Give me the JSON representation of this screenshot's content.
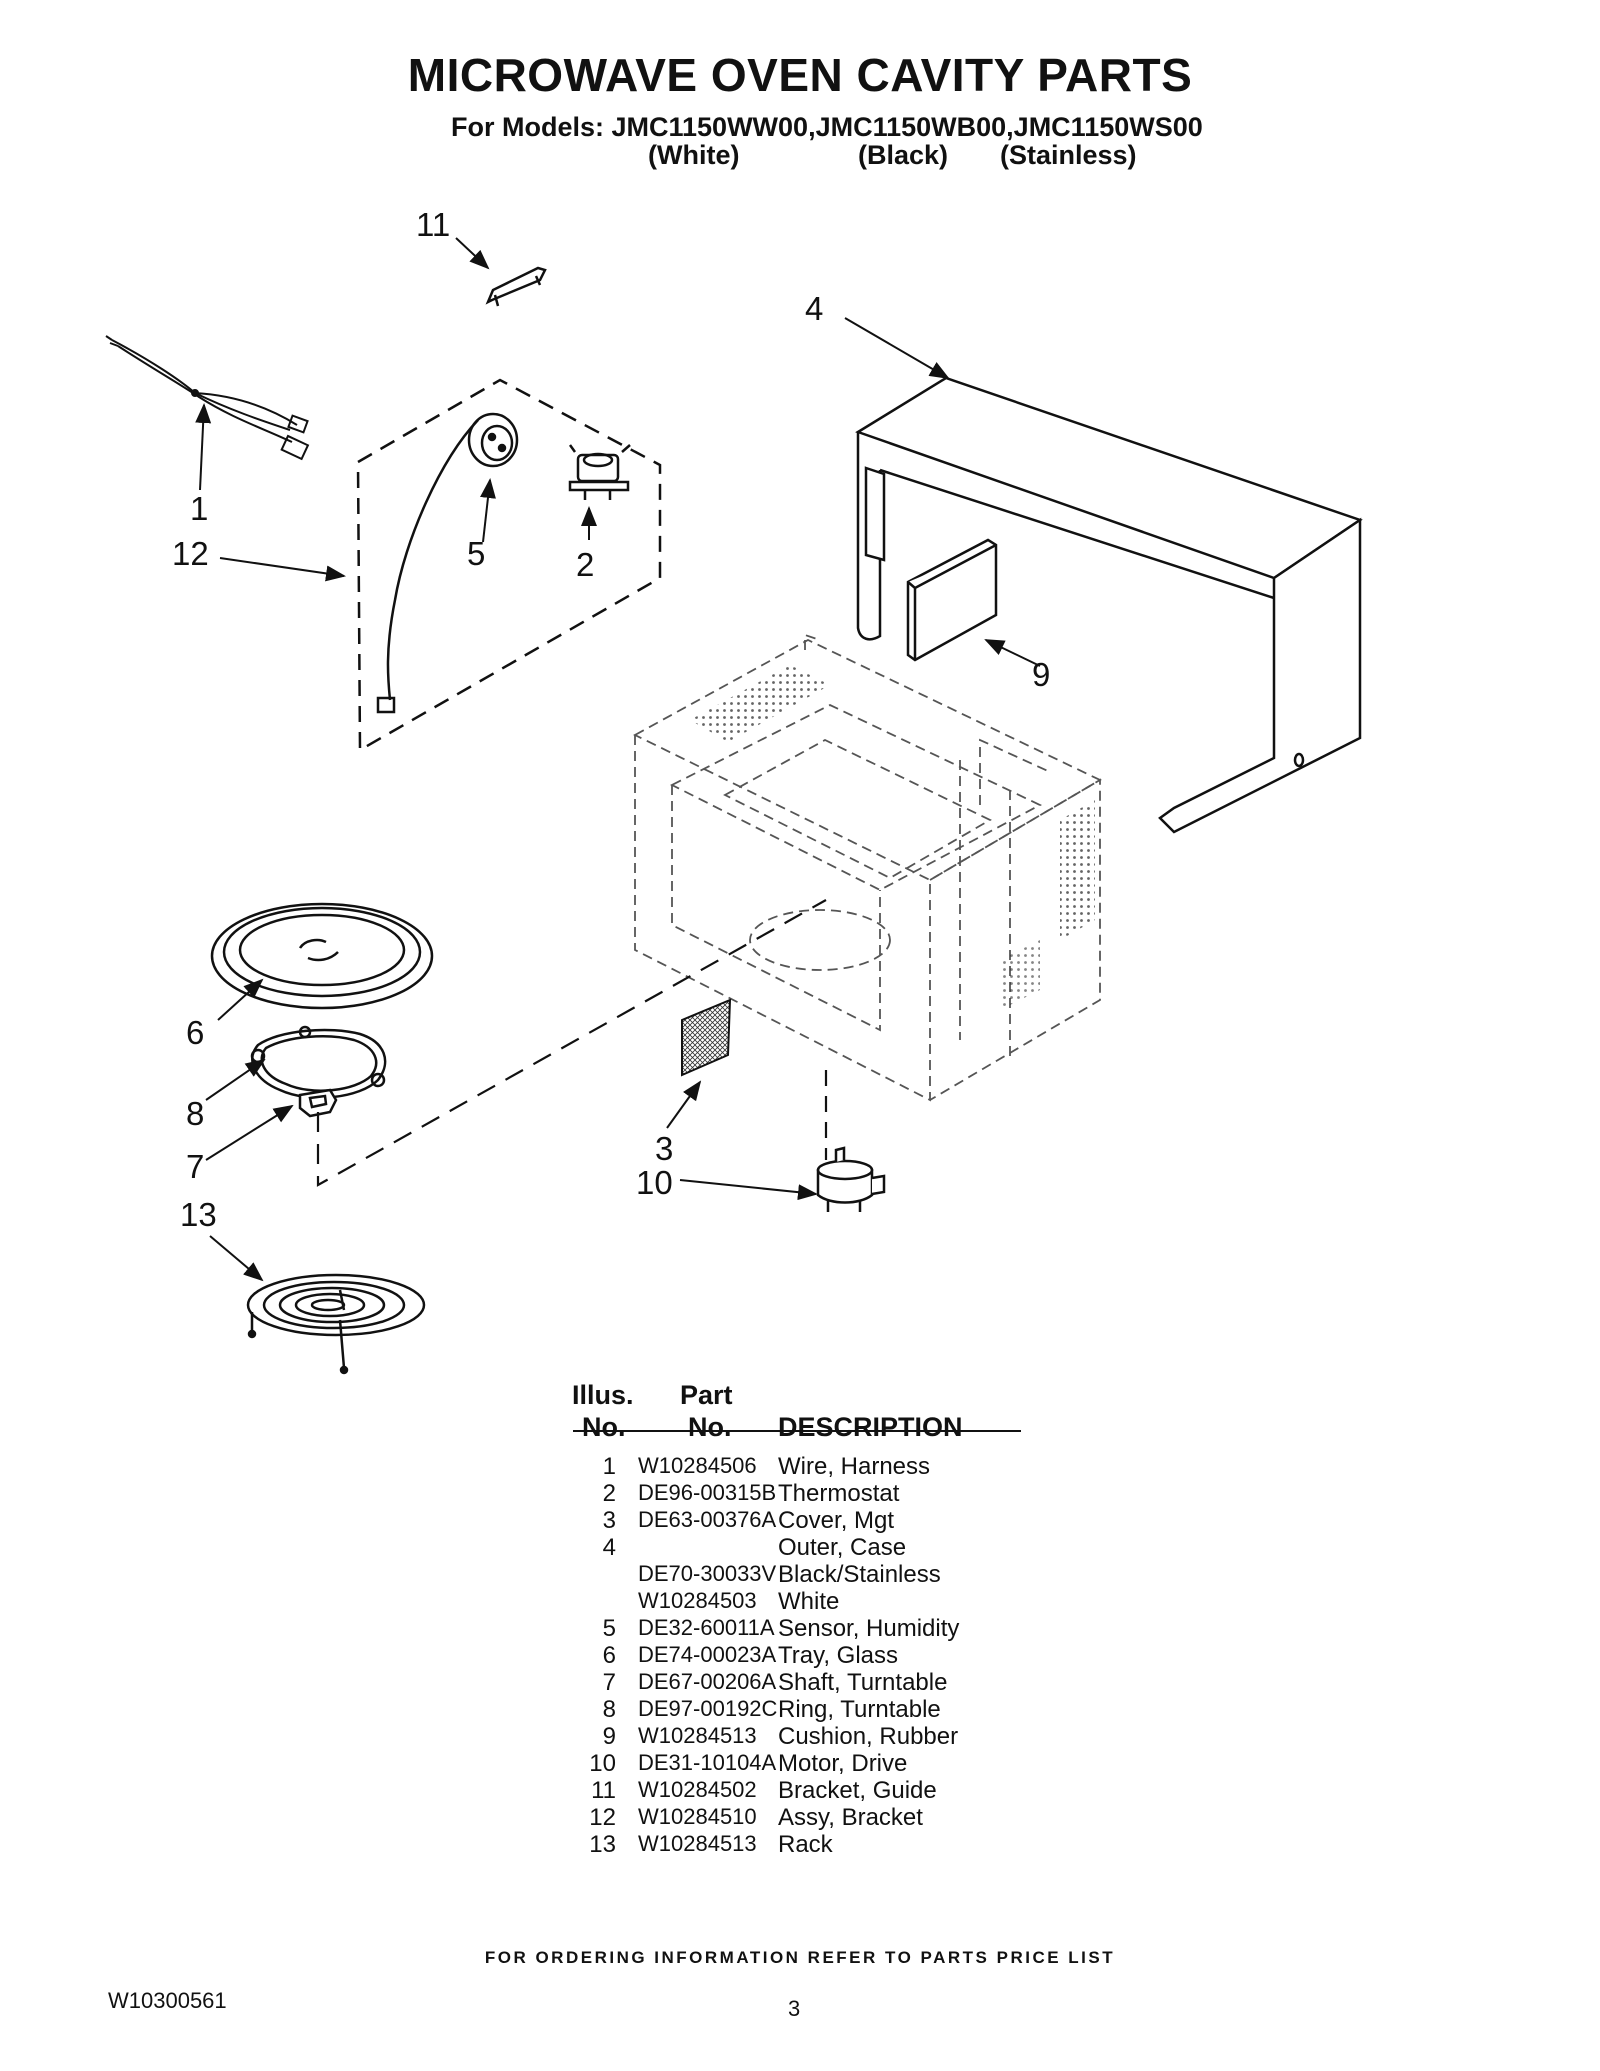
{
  "header": {
    "title": "MICROWAVE OVEN CAVITY PARTS",
    "models_line": "For Models: JMC1150WW00,JMC1150WB00,JMC1150WS00",
    "variants": [
      "(White)",
      "(Black)",
      "(Stainless)"
    ]
  },
  "callouts": [
    "11",
    "4",
    "1",
    "12",
    "5",
    "2",
    "9",
    "6",
    "8",
    "7",
    "3",
    "10",
    "13"
  ],
  "table": {
    "headers": {
      "illus_top": "Illus.",
      "illus_bottom": "No.",
      "part_top": "Part",
      "part_bottom": "No.",
      "description": "DESCRIPTION"
    },
    "rows": [
      {
        "illus": "1",
        "part": "W10284506",
        "desc": "Wire, Harness"
      },
      {
        "illus": "2",
        "part": "DE96-00315B",
        "desc": "Thermostat"
      },
      {
        "illus": "3",
        "part": "DE63-00376A",
        "desc": "Cover, Mgt"
      },
      {
        "illus": "4",
        "part": "",
        "desc": "Outer, Case"
      },
      {
        "illus": "",
        "part": "DE70-30033V",
        "desc": "Black/Stainless"
      },
      {
        "illus": "",
        "part": "W10284503",
        "desc": "White"
      },
      {
        "illus": "5",
        "part": "DE32-60011A",
        "desc": "Sensor, Humidity"
      },
      {
        "illus": "6",
        "part": "DE74-00023A",
        "desc": "Tray, Glass"
      },
      {
        "illus": "7",
        "part": "DE67-00206A",
        "desc": "Shaft, Turntable"
      },
      {
        "illus": "8",
        "part": "DE97-00192C",
        "desc": "Ring, Turntable"
      },
      {
        "illus": "9",
        "part": "W10284513",
        "desc": "Cushion, Rubber"
      },
      {
        "illus": "10",
        "part": "DE31-10104A",
        "desc": "Motor, Drive"
      },
      {
        "illus": "11",
        "part": "W10284502",
        "desc": "Bracket, Guide"
      },
      {
        "illus": "12",
        "part": "W10284510",
        "desc": "Assy, Bracket"
      },
      {
        "illus": "13",
        "part": "W10284513",
        "desc": "Rack"
      }
    ]
  },
  "footer": {
    "note": "FOR ORDERING INFORMATION REFER TO PARTS PRICE LIST",
    "doc_code": "W10300561",
    "page_number": "3"
  }
}
